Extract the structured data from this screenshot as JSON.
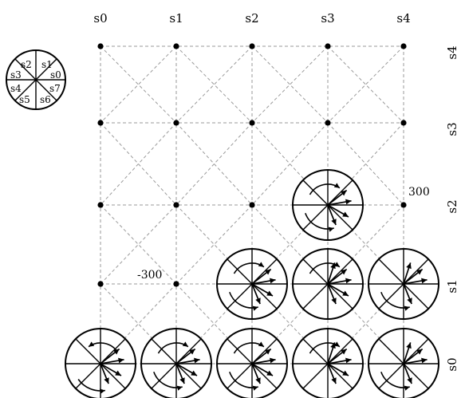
{
  "colors": {
    "ink": "#000000",
    "grid": "#9a9a9a",
    "background": "#ffffff"
  },
  "legend": {
    "sectors": [
      "s0",
      "s1",
      "s2",
      "s3",
      "s4",
      "s5",
      "s6",
      "s7"
    ]
  },
  "grid": {
    "columns": [
      "s0",
      "s1",
      "s2",
      "s3",
      "s4"
    ],
    "rows_top_to_bottom": [
      "s4",
      "s3",
      "s2",
      "s1",
      "s0"
    ]
  },
  "annotations": [
    {
      "text": "300",
      "at_col": 4,
      "at_row": 2
    },
    {
      "text": "-300",
      "at_col": 1,
      "at_row": 3
    }
  ],
  "dials": [
    {
      "col": 0,
      "row": 4,
      "arrows": [
        "s0",
        "s1",
        "s7",
        "s6"
      ],
      "arcs": [
        "ccw-top",
        "cw-bottom"
      ]
    },
    {
      "col": 1,
      "row": 4,
      "arrows": [
        "s0",
        "s1",
        "s7",
        "s6"
      ],
      "arcs": [
        "cw-top",
        "cw-left"
      ]
    },
    {
      "col": 2,
      "row": 4,
      "arrows": [
        "s0",
        "s1",
        "s7",
        "s6"
      ],
      "arcs": [
        "cw-top",
        "cw-left"
      ]
    },
    {
      "col": 3,
      "row": 4,
      "arrows": [
        "s0",
        "s1",
        "s2",
        "s7",
        "s6"
      ],
      "arcs": [
        "cw-top"
      ]
    },
    {
      "col": 4,
      "row": 4,
      "arrows": [
        "s0",
        "s1",
        "s2",
        "s6"
      ],
      "arcs": [
        "cw-left"
      ]
    },
    {
      "col": 2,
      "row": 3,
      "arrows": [
        "s0",
        "s1",
        "s7",
        "s6"
      ],
      "arcs": [
        "cw-top",
        "cw-left"
      ]
    },
    {
      "col": 3,
      "row": 3,
      "arrows": [
        "s0",
        "s1",
        "s2",
        "s7",
        "s6"
      ],
      "arcs": [
        "cw-top"
      ]
    },
    {
      "col": 4,
      "row": 3,
      "arrows": [
        "s0",
        "s1",
        "s2",
        "s6"
      ],
      "arcs": [
        "cw-left"
      ]
    },
    {
      "col": 3,
      "row": 2,
      "arrows": [
        "s0",
        "s1",
        "s7",
        "s6"
      ],
      "arcs": [
        "cw-top",
        "cw-left"
      ]
    }
  ]
}
